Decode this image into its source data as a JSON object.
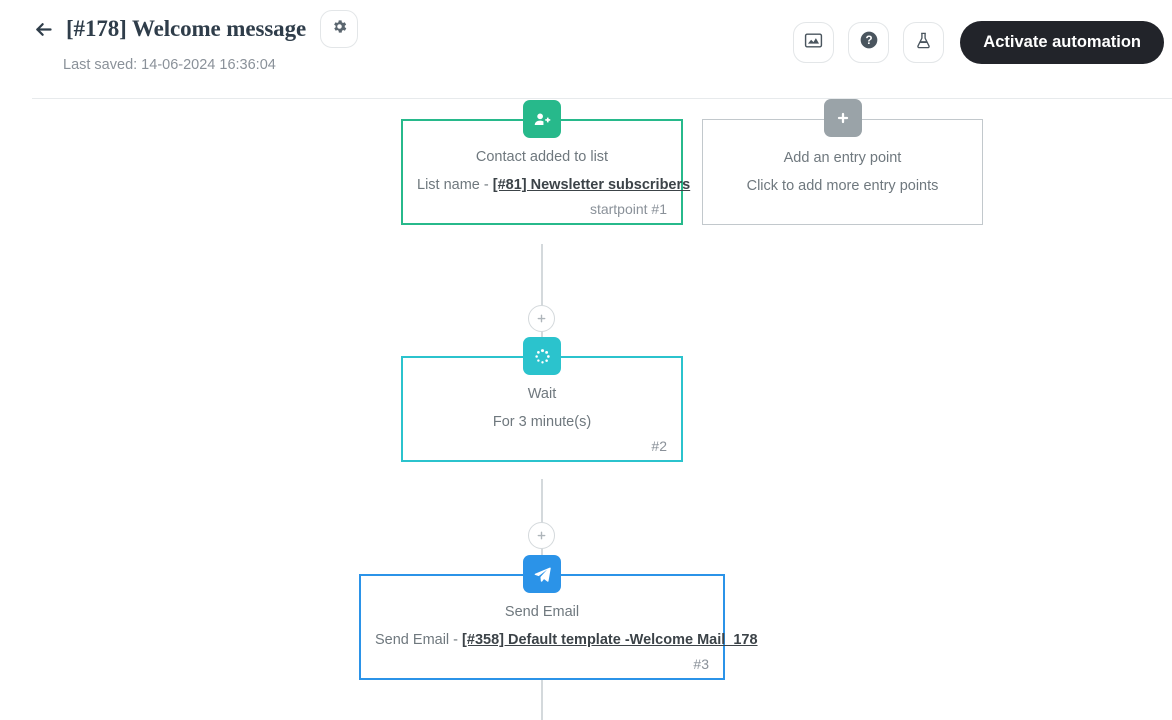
{
  "header": {
    "back_icon": "arrow-left-icon",
    "title": "[#178] Welcome message",
    "settings_icon": "gear-icon",
    "last_saved": "Last saved: 14-06-2024 16:36:04",
    "actions": {
      "stats_icon": "chart-statistics-icon",
      "help_icon": "question-mark-icon",
      "test_icon": "lab-flask-icon",
      "activate_label": "Activate automation"
    }
  },
  "canvas": {
    "nodes": [
      {
        "icon": "user-add-icon",
        "color": "#27b98b",
        "title": "Contact added to list",
        "sub_prefix": "List name - ",
        "sub_link": "[#81] Newsletter subscribers",
        "id_label": "startpoint #1"
      },
      {
        "icon": "plus-icon",
        "color": "#9aa3a8",
        "title": "Add an entry point",
        "sub_prefix": "Click to add more entry points",
        "sub_link": "",
        "id_label": ""
      },
      {
        "icon": "wait-spinner-icon",
        "color": "#2bc3cd",
        "title": "Wait",
        "sub_prefix": "For 3 minute(s)",
        "sub_link": "",
        "id_label": "#2"
      },
      {
        "icon": "paper-plane-icon",
        "color": "#2b93e8",
        "title": "Send Email",
        "sub_prefix": "Send Email - ",
        "sub_link": "[#358] Default template -Welcome Mail_178",
        "id_label": "#3"
      }
    ],
    "connectors": [
      {
        "icon": "plus-icon"
      },
      {
        "icon": "plus-icon"
      }
    ]
  }
}
